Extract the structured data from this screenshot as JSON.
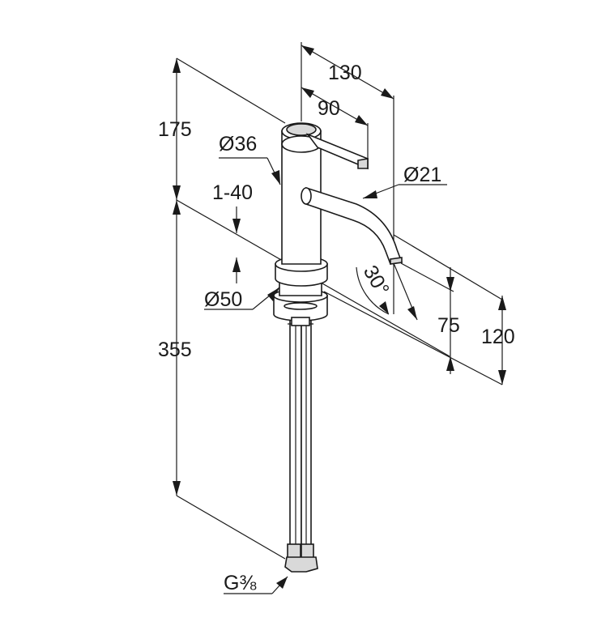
{
  "dimensions": {
    "d130": "130",
    "d90": "90",
    "d175": "175",
    "d36": "Ø36",
    "d21": "Ø21",
    "d1_40": "1-40",
    "d30": "30°",
    "d50": "Ø50",
    "d75": "75",
    "d120": "120",
    "d355": "355",
    "g_thread": "G⅜"
  }
}
